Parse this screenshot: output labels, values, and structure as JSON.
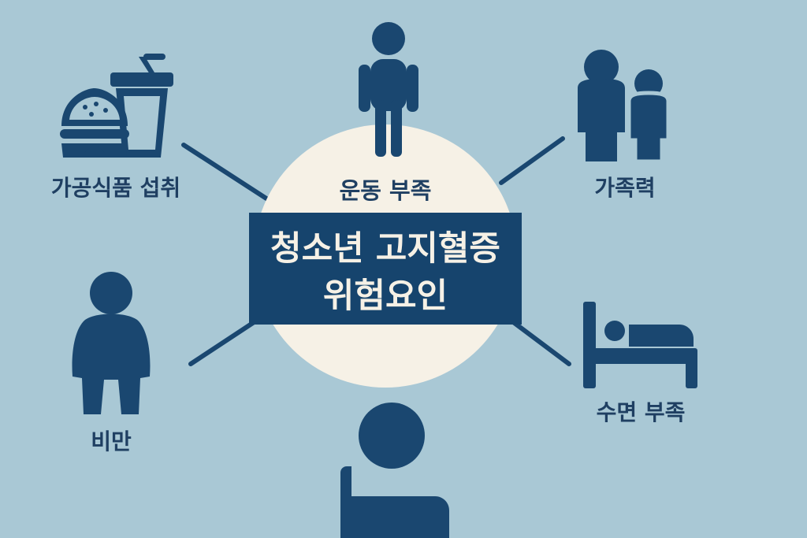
{
  "diagram": {
    "center": {
      "top_label": "운동 부족",
      "title_line1": "청소년 고지혈증",
      "title_line2": "위험요인"
    },
    "factors": {
      "processed_food": {
        "label": "가공식품 섭취",
        "icon": "burger-drink-icon"
      },
      "family_history": {
        "label": "가족력",
        "icon": "family-icon"
      },
      "obesity": {
        "label": "비만",
        "icon": "obese-person-icon"
      },
      "sleep_deprivation": {
        "label": "수면 부족",
        "icon": "bed-icon"
      },
      "sedentary_screen": {
        "icon": "computer-user-icon"
      },
      "lack_of_exercise": {
        "icon": "standing-person-icon"
      }
    }
  },
  "colors": {
    "background": "#a9c8d5",
    "icon": "#1a4770",
    "center_circle": "#f6f1e6",
    "center_band": "#16446d"
  }
}
